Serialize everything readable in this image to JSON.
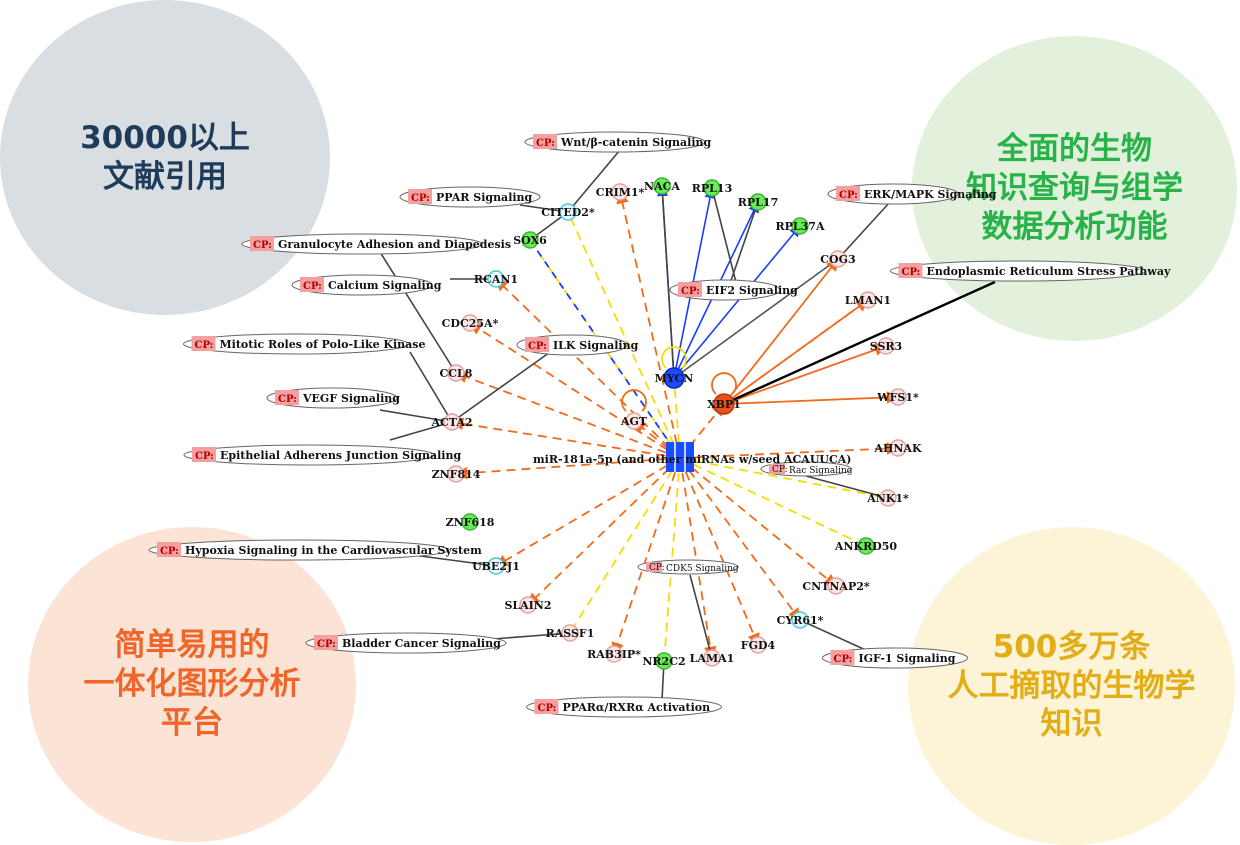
{
  "bubbles": {
    "top_left": [
      "30000以上",
      "文献引用"
    ],
    "top_right": [
      "全面的生物",
      "知识查询与组学",
      "数据分析功能"
    ],
    "bottom_left": [
      "简单易用的",
      "一体化图形分析",
      "平台"
    ],
    "bottom_right": [
      "500多万条",
      "人工摘取的生物学",
      "知识"
    ]
  },
  "network": {
    "cp_prefix": "CP:",
    "hub_label": "miR-181a-5p (and other miRNAs w/seed ACAUUCA)",
    "pathways": [
      "Wnt/β-catenin Signaling",
      "PPAR Signaling",
      "Granulocyte Adhesion and Diapedesis",
      "Calcium Signaling",
      "Mitotic Roles of Polo-Like Kinase",
      "VEGF Signaling",
      "Epithelial Adherens Junction Signaling",
      "ERK/MAPK Signaling",
      "Endoplasmic Reticulum Stress Pathway",
      "EIF2 Signaling",
      "ILK Signaling",
      "Rac Signaling",
      "Hypoxia Signaling in the Cardiovascular System",
      "CDK5 Signaling",
      "Bladder Cancer Signaling",
      "IGF-1 Signaling",
      "PPARα/RXRα Activation"
    ],
    "genes": [
      "CITED2*",
      "SOX6",
      "CRIM1*",
      "NACA",
      "RPL13",
      "RPL17",
      "RPL37A",
      "COG3",
      "RCAN1",
      "CDC25A*",
      "CCL8",
      "ACTA2",
      "AGT",
      "MYCN",
      "XBP1",
      "LMAN1",
      "SSR3",
      "WFS1*",
      "AHNAK",
      "ANK1*",
      "ZNF814",
      "ZNF618",
      "ANKRD50",
      "UBE2J1",
      "SLAIN2",
      "CNTNAP2*",
      "CYR61*",
      "RASSF1",
      "RAB3IP*",
      "NR2C2",
      "LAMA1",
      "FGD4"
    ]
  },
  "colors": {
    "up": "#e8511c",
    "down_blue": "#1a3cff",
    "green_node": "#66ee55",
    "hub": "#1a4dff",
    "orange_edge": "#f26a1b",
    "yellow_edge": "#ffe000"
  }
}
